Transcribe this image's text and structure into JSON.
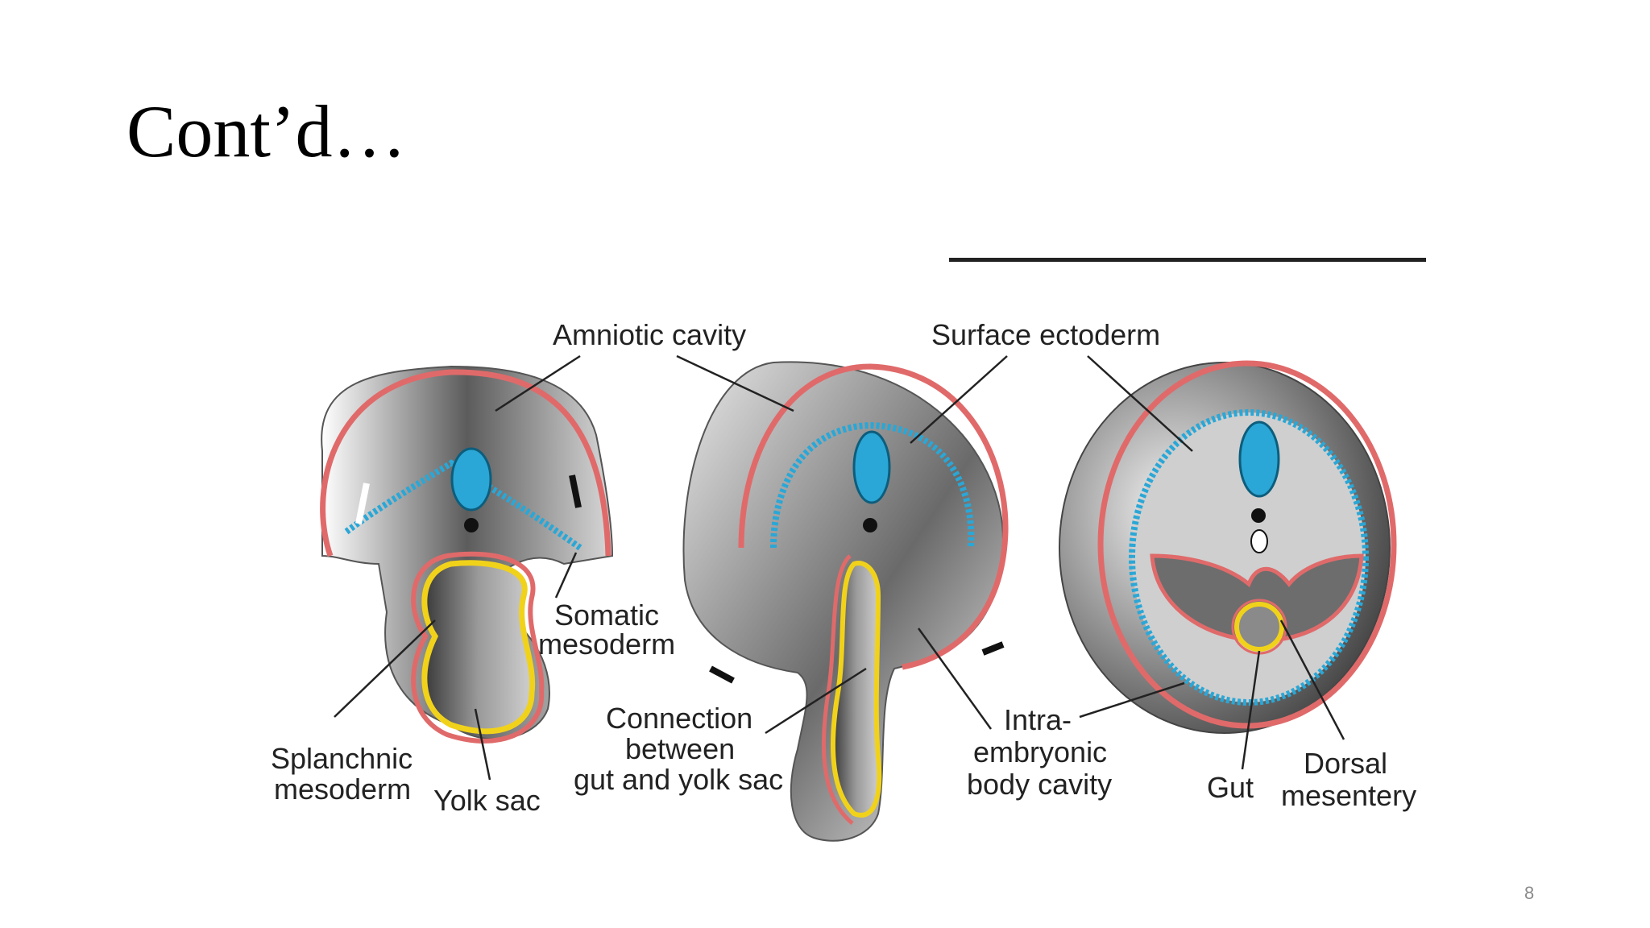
{
  "slide": {
    "title": "Cont’d…",
    "page_number": "8"
  },
  "figure": {
    "labels": {
      "amniotic_cavity": "Amniotic cavity",
      "surface_ectoderm": "Surface ectoderm",
      "somatic_mesoderm_1": "Somatic",
      "somatic_mesoderm_2": "mesoderm",
      "splanchnic_mesoderm_1": "Splanchnic",
      "splanchnic_mesoderm_2": "mesoderm",
      "yolk_sac": "Yolk sac",
      "connection_1": "Connection",
      "connection_2": "between",
      "connection_3": "gut and yolk sac",
      "intra_1": "Intra-",
      "intra_2": "embryonic",
      "intra_3": "body cavity",
      "gut": "Gut",
      "dorsal_mesentery_1": "Dorsal",
      "dorsal_mesentery_2": "mesentery"
    },
    "colors": {
      "ectoderm": "#2aa7d6",
      "mesoderm": "#e06a6a",
      "endoderm": "#f1d21a",
      "tissue_gray": "#9a9a9a"
    }
  }
}
